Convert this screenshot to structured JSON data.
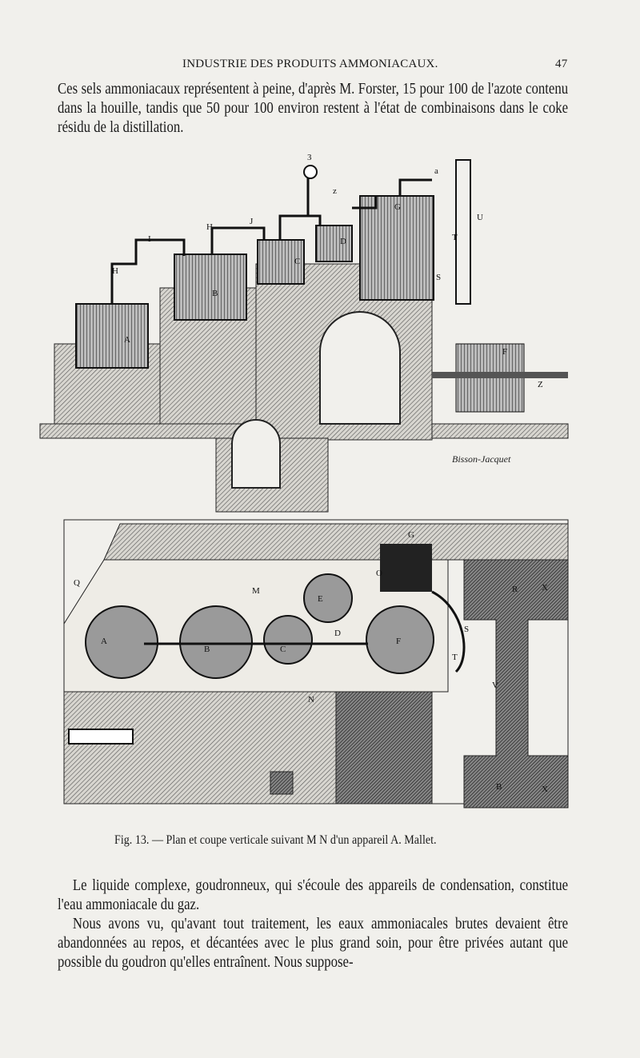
{
  "header": {
    "running_title": "INDUSTRIE DES PRODUITS AMMONIACAUX.",
    "page_number": "47"
  },
  "paragraph_top": "Ces sels ammoniacaux représentent à peine, d'après M. Forster, 15 pour 100 de l'azote contenu dans la houille, tandis que 50 pour 100 environ restent à l'état de combinaisons dans le coke résidu de la distillation.",
  "figure": {
    "elevation_labels": [
      "A",
      "B",
      "C",
      "D",
      "G",
      "H",
      "H",
      "I",
      "J",
      "3",
      "z",
      "a",
      "T",
      "U",
      "S",
      "F",
      "Z"
    ],
    "plan_labels": [
      "A",
      "B",
      "C",
      "D",
      "E",
      "F",
      "G",
      "N",
      "M",
      "O",
      "T",
      "S",
      "R",
      "V",
      "B",
      "X",
      "X",
      "Q"
    ],
    "engraver_signature": "Bisson-Jacquet",
    "caption": "Fig. 13. — Plan et coupe verticale suivant M N d'un appareil A. Mallet."
  },
  "paragraphs_bottom": [
    "Le liquide complexe, goudronneux, qui s'écoule des appareils de condensation, constitue l'eau ammoniacale du gaz.",
    "Nous avons vu, qu'avant tout traitement, les eaux ammoniacales brutes devaient être abandonnées au repos, et décantées avec le plus grand soin, pour être privées autant que possible du goudron qu'elles entraînent. Nous suppose-"
  ]
}
